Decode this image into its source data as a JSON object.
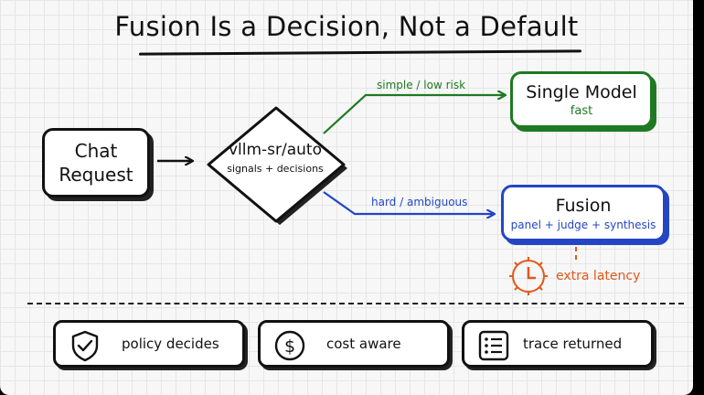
{
  "title": "Fusion Is a Decision, Not a Default",
  "nodes": {
    "chat_request": {
      "line1": "Chat",
      "line2": "Request"
    },
    "router": {
      "label": "vllm-sr/auto",
      "sublabel": "signals + decisions"
    },
    "single_model": {
      "label": "Single Model",
      "sublabel": "fast"
    },
    "fusion": {
      "label": "Fusion",
      "sublabel": "panel + judge + synthesis"
    }
  },
  "edges": {
    "simple": "simple / low risk",
    "hard": "hard / ambiguous"
  },
  "latency_note": "extra latency",
  "features": [
    {
      "icon": "shield-check-icon",
      "label": "policy decides"
    },
    {
      "icon": "dollar-icon",
      "label": "cost aware"
    },
    {
      "icon": "list-icon",
      "label": "trace returned"
    }
  ],
  "colors": {
    "green": "#1e7a22",
    "blue": "#2446c4",
    "orange": "#e2581a",
    "ink": "#111111"
  }
}
